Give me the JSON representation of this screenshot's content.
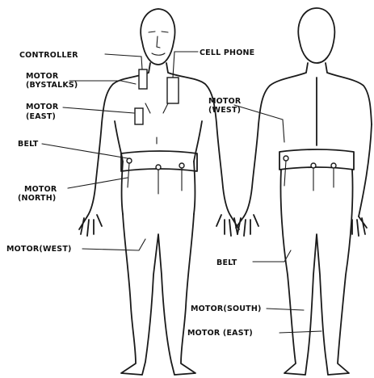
{
  "labels": {
    "controller": "CONTROLLER",
    "cell_phone": "CELL PHONE",
    "motor_bystalks_l1": "MOTOR",
    "motor_bystalks_l2": "(BYSTALKS)",
    "motor_east_front_l1": "MOTOR",
    "motor_east_front_l2": "(EAST)",
    "belt_front": "BELT",
    "motor_north_l1": "MOTOR",
    "motor_north_l2": "(NORTH)",
    "motor_west_front": "MOTOR(WEST)",
    "motor_west_back_l1": "MOTOR",
    "motor_west_back_l2": "(WEST)",
    "belt_back": "BELT",
    "motor_south": "MOTOR(SOUTH)",
    "motor_east_back": "MOTOR (EAST)"
  }
}
